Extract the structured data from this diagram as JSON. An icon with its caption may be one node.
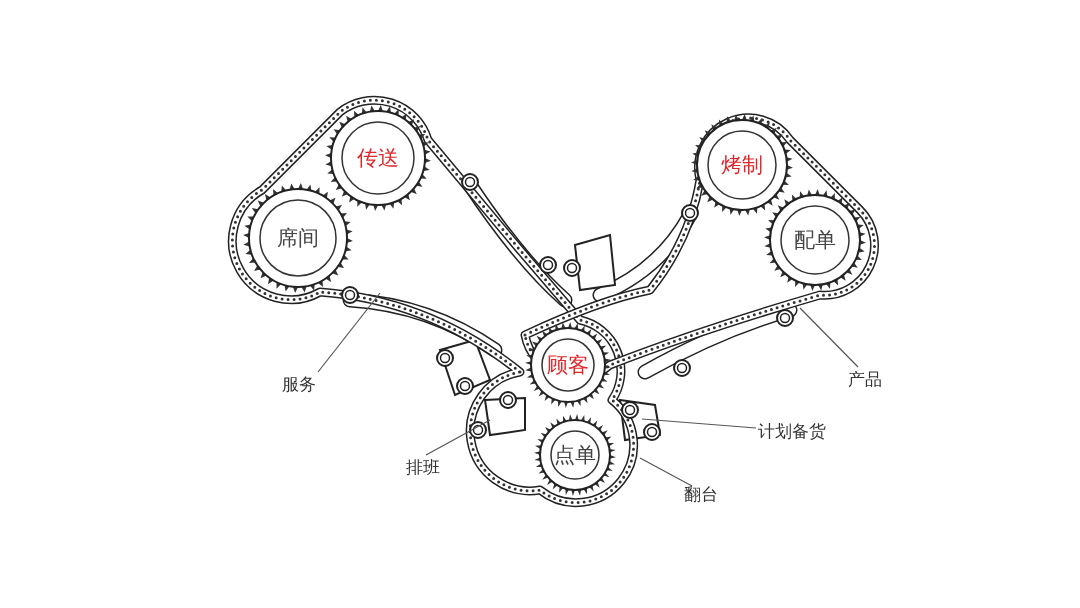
{
  "diagram": {
    "nodes": [
      {
        "text": [
          "传送"
        ]
      },
      {
        "text": [
          "烤制"
        ]
      },
      {
        "text": [
          "席间"
        ]
      },
      {
        "text": [
          "配单"
        ]
      },
      {
        "text": [
          "顾客"
        ]
      },
      {
        "text": [
          "点单"
        ]
      },
      {
        "text": [
          "服务"
        ]
      },
      {
        "text": [
          "产品"
        ]
      },
      {
        "text": [
          "计划备货"
        ]
      },
      {
        "text": [
          "排班"
        ]
      },
      {
        "text": [
          "翻台"
        ]
      }
    ],
    "edges": [
      {
        "from": 6,
        "to": null,
        "arrow": "none"
      },
      {
        "from": 7,
        "to": null,
        "arrow": "none"
      },
      {
        "from": 8,
        "to": null,
        "arrow": "none"
      },
      {
        "from": 9,
        "to": null,
        "arrow": "none"
      },
      {
        "from": 10,
        "to": null,
        "arrow": "none"
      }
    ]
  }
}
